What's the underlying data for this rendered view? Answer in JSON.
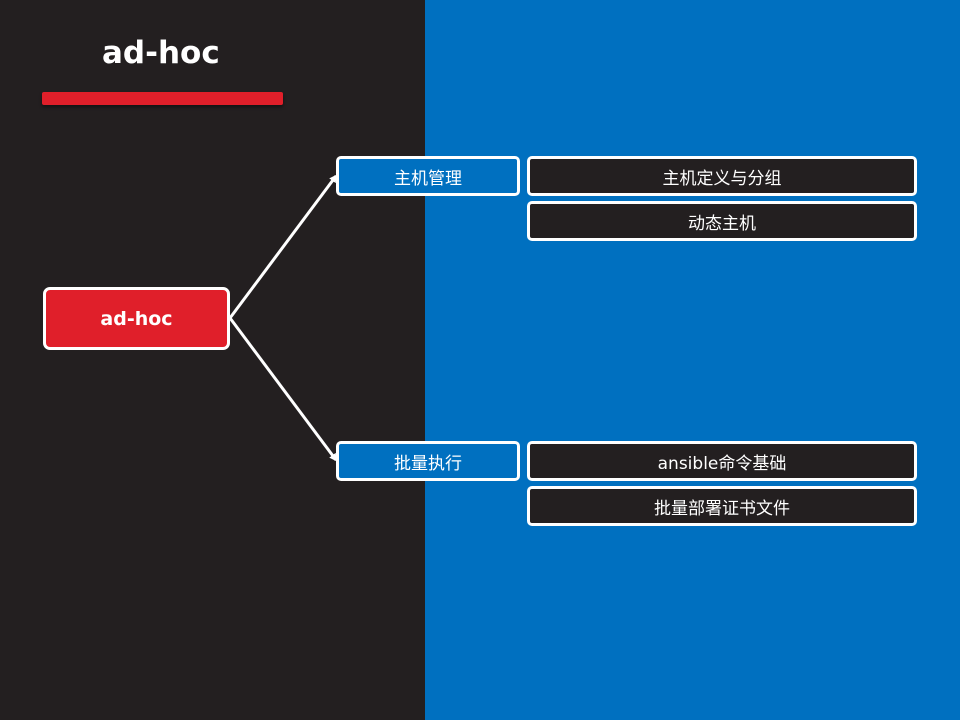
{
  "slide": {
    "title": "ad-hoc"
  },
  "diagram": {
    "root": {
      "label": "ad-hoc"
    },
    "branches": [
      {
        "label": "主机管理",
        "children": [
          {
            "label": "主机定义与分组"
          },
          {
            "label": "动态主机"
          }
        ]
      },
      {
        "label": "批量执行",
        "children": [
          {
            "label": "ansible命令基础"
          },
          {
            "label": "批量部署证书文件"
          }
        ]
      }
    ]
  },
  "colors": {
    "left_panel": "#231f20",
    "right_panel": "#0070c0",
    "accent_red": "#e01f2a",
    "node_border": "#ffffff"
  }
}
